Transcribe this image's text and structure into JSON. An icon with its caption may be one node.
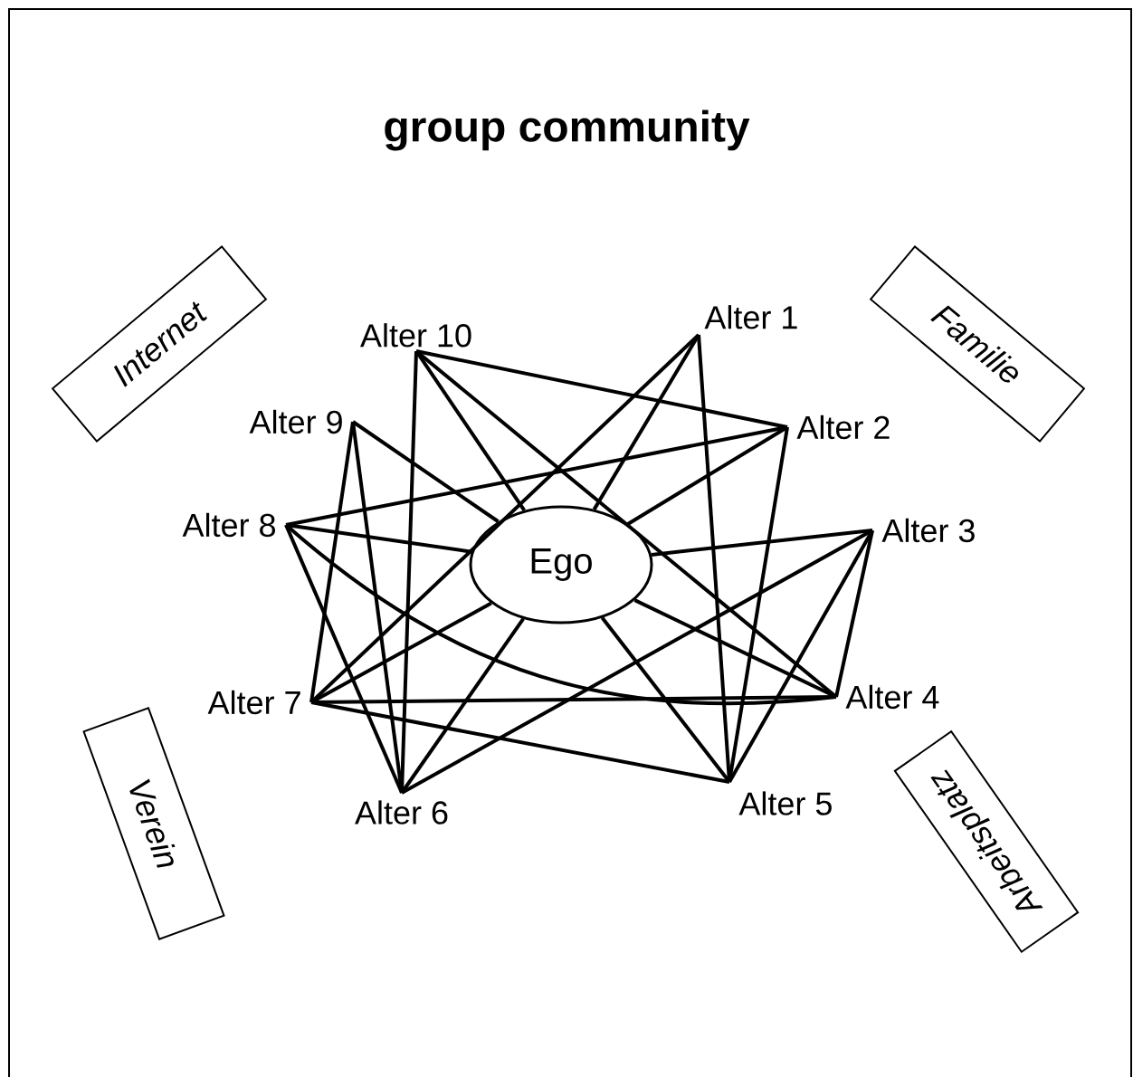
{
  "diagram": {
    "title": "group community",
    "nodes": [
      {
        "text": [
          "Internet"
        ]
      },
      {
        "text": [
          "Alter 10"
        ]
      },
      {
        "text": [
          "Alter 1"
        ]
      },
      {
        "text": [
          "Familie"
        ]
      },
      {
        "text": [
          "Alter 9"
        ]
      },
      {
        "text": [
          "Alter 2"
        ]
      },
      {
        "text": [
          "Alter 8"
        ]
      },
      {
        "text": [
          "Ego"
        ]
      },
      {
        "text": [
          "Alter 3"
        ]
      },
      {
        "text": [
          "Alter 7"
        ]
      },
      {
        "text": [
          "Alter 4"
        ]
      },
      {
        "text": [
          "Verein"
        ]
      },
      {
        "text": [
          "Alter 6"
        ]
      },
      {
        "text": [
          "Alter 5"
        ]
      },
      {
        "text": [
          "Arbeitsplatz"
        ]
      }
    ],
    "edges": [
      {
        "from": 7,
        "to": 1,
        "arrow": "none"
      },
      {
        "from": 7,
        "to": 2,
        "arrow": "none"
      },
      {
        "from": 7,
        "to": 5,
        "arrow": "none"
      },
      {
        "from": 7,
        "to": 8,
        "arrow": "none"
      },
      {
        "from": 7,
        "to": 10,
        "arrow": "none"
      },
      {
        "from": 7,
        "to": 13,
        "arrow": "none"
      },
      {
        "from": 7,
        "to": 12,
        "arrow": "none"
      },
      {
        "from": 7,
        "to": 9,
        "arrow": "none"
      },
      {
        "from": 7,
        "to": 6,
        "arrow": "none"
      },
      {
        "from": 7,
        "to": 4,
        "arrow": "none"
      },
      {
        "from": 1,
        "to": 5,
        "arrow": "none"
      },
      {
        "from": 1,
        "to": 10,
        "arrow": "none"
      },
      {
        "from": 1,
        "to": 12,
        "arrow": "none"
      },
      {
        "from": 2,
        "to": 9,
        "arrow": "none"
      },
      {
        "from": 2,
        "to": 13,
        "arrow": "none"
      },
      {
        "from": 5,
        "to": 6,
        "arrow": "none"
      },
      {
        "from": 5,
        "to": 13,
        "arrow": "none"
      },
      {
        "from": 8,
        "to": 12,
        "arrow": "none"
      },
      {
        "from": 8,
        "to": 10,
        "arrow": "none"
      },
      {
        "from": 8,
        "to": 13,
        "arrow": "none"
      },
      {
        "from": 10,
        "to": 6,
        "arrow": "none"
      },
      {
        "from": 10,
        "to": 9,
        "arrow": "none"
      },
      {
        "from": 13,
        "to": 9,
        "arrow": "none"
      },
      {
        "from": 12,
        "to": 6,
        "arrow": "none"
      },
      {
        "from": 12,
        "to": 4,
        "arrow": "none"
      },
      {
        "from": 9,
        "to": 4,
        "arrow": "none"
      }
    ]
  }
}
